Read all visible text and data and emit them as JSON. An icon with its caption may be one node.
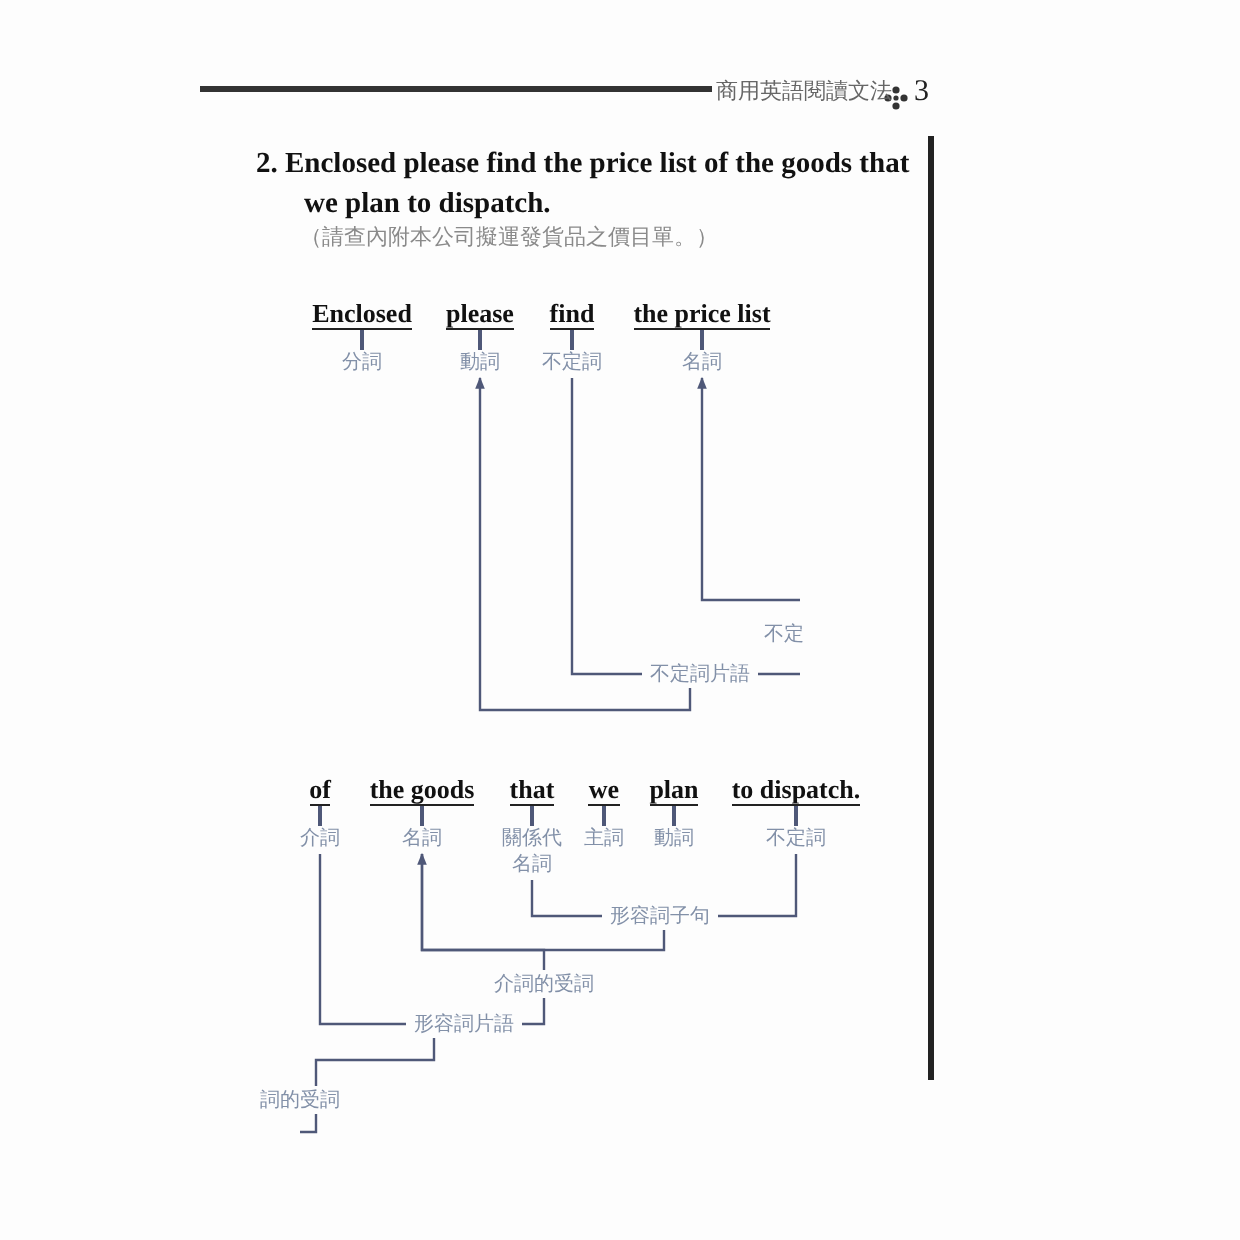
{
  "diagram": {
    "title": "2. Enclosed please find the price list of the goods that we plan to dispatch.",
    "nodes": [
      {
        "text": [
          "Enclosed",
          "分詞"
        ]
      },
      {
        "text": [
          "please",
          "動詞"
        ]
      },
      {
        "text": [
          "find",
          "不定詞"
        ]
      },
      {
        "text": [
          "the price list",
          "名詞"
        ]
      },
      {
        "text": [
          "不定詞片語"
        ]
      },
      {
        "text": [
          "of",
          "介詞"
        ]
      },
      {
        "text": [
          "the goods",
          "名詞"
        ]
      },
      {
        "text": [
          "that",
          "關係代名詞"
        ]
      },
      {
        "text": [
          "we",
          "主詞"
        ]
      },
      {
        "text": [
          "plan",
          "動詞"
        ]
      },
      {
        "text": [
          "to dispatch.",
          "不定詞"
        ]
      },
      {
        "text": [
          "形容詞子句"
        ]
      },
      {
        "text": [
          "介詞的受詞"
        ]
      },
      {
        "text": [
          "形容詞片語"
        ]
      },
      {
        "text": [
          "詞的受詞"
        ]
      }
    ],
    "edges": [
      {
        "from": 2,
        "to": 4,
        "arrow": "none"
      },
      {
        "from": 4,
        "to": null,
        "arrow": "none"
      },
      {
        "from": 4,
        "to": 1,
        "arrow": "to"
      },
      {
        "from": null,
        "to": 3,
        "arrow": "to"
      },
      {
        "from": 7,
        "to": 11,
        "arrow": "none"
      },
      {
        "from": 11,
        "to": 10,
        "arrow": "none"
      },
      {
        "from": 11,
        "to": 6,
        "arrow": "to"
      },
      {
        "from": 6,
        "to": 12,
        "arrow": "none"
      },
      {
        "from": 12,
        "to": 13,
        "arrow": "none"
      },
      {
        "from": 5,
        "to": 13,
        "arrow": "none"
      },
      {
        "from": 13,
        "to": 14,
        "arrow": "none"
      },
      {
        "from": 14,
        "to": null,
        "arrow": "none"
      }
    ],
    "labels": [
      "商用英語閱讀文法",
      "3",
      "（請查內附本公司擬運發貨品之價目單。）",
      "不定"
    ]
  }
}
